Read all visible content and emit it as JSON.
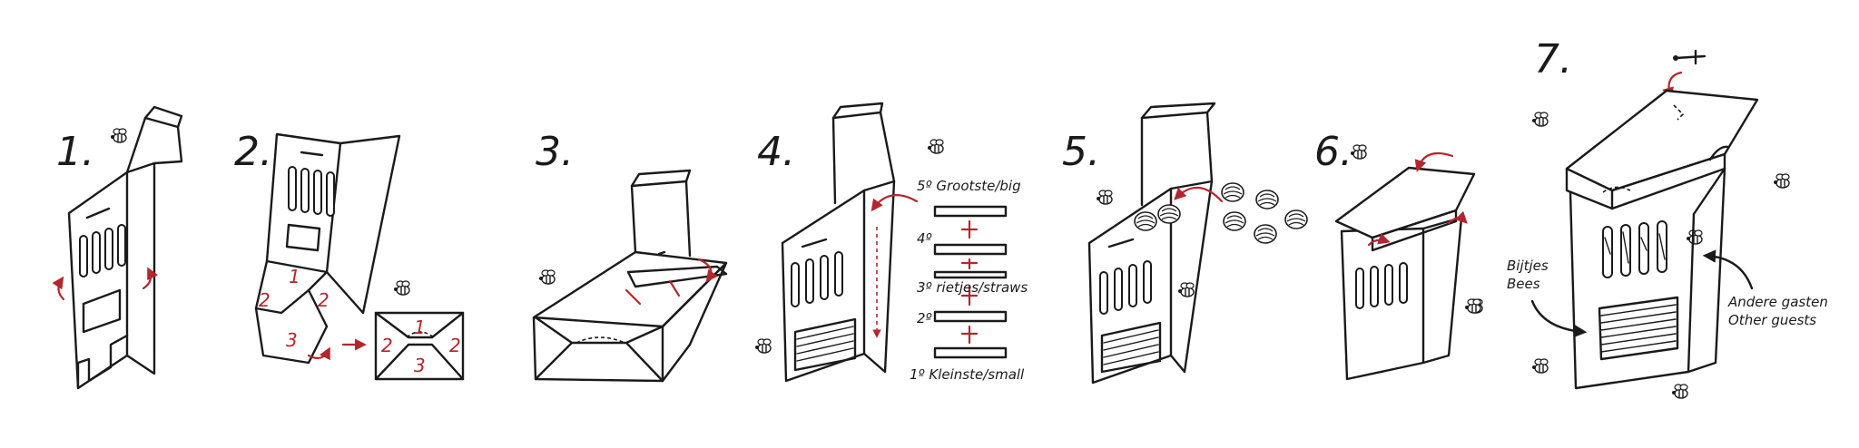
{
  "steps": [
    {
      "number": "1."
    },
    {
      "number": "2.",
      "fold_marks": [
        "1",
        "2",
        "2",
        "3"
      ],
      "flap_marks": [
        "1",
        "2",
        "2",
        "3"
      ]
    },
    {
      "number": "3."
    },
    {
      "number": "4.",
      "layers": [
        "5º Grootste/big",
        "4º",
        "3º rietjes/straws",
        "2º",
        "1º Kleinste/small"
      ]
    },
    {
      "number": "5."
    },
    {
      "number": "6."
    },
    {
      "number": "7.",
      "label_left": [
        "Bijtjes",
        "Bees"
      ],
      "label_right": [
        "Andere gasten",
        "Other guests"
      ]
    }
  ],
  "colors": {
    "line": "#1a1a1a",
    "accent": "#b3262d",
    "background": "#ffffff"
  }
}
